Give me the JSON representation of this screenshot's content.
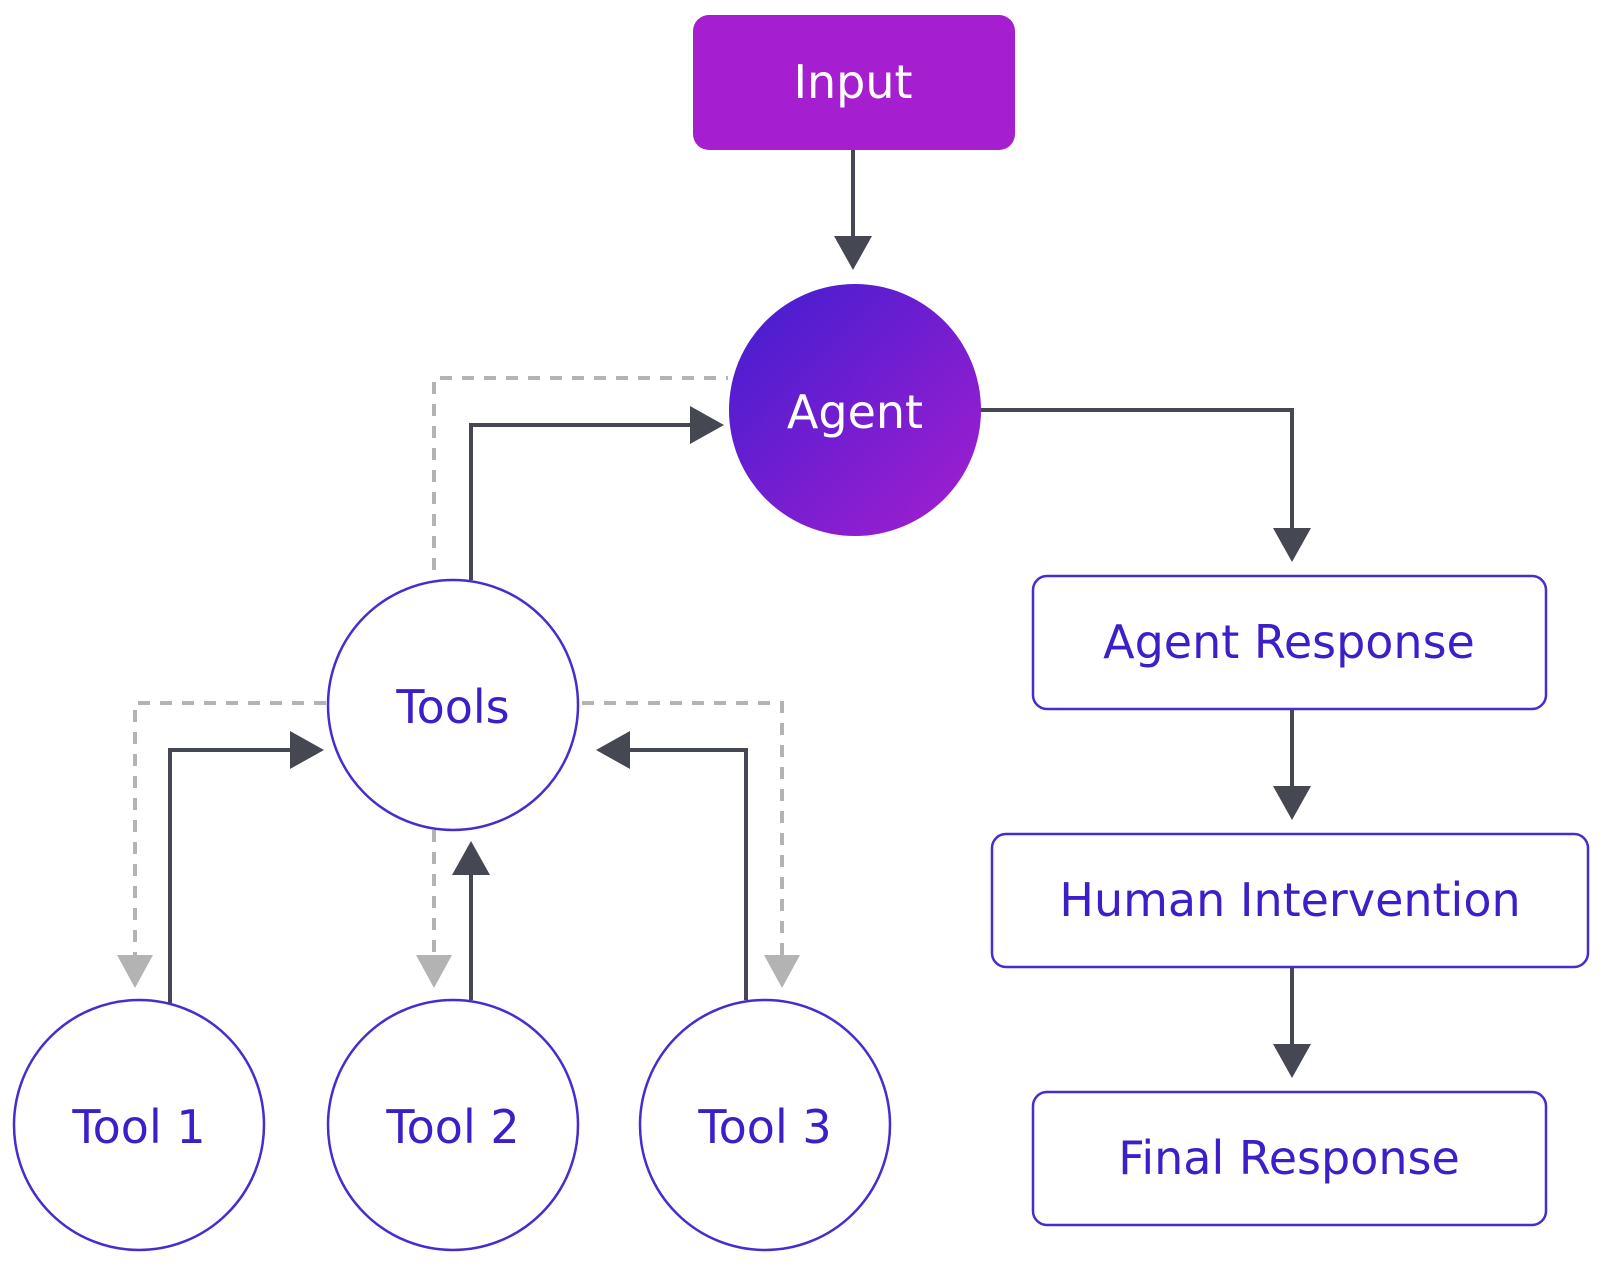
{
  "nodes": {
    "input": "Input",
    "agent": "Agent",
    "tools": "Tools",
    "tool_1": "Tool 1",
    "tool_2": "Tool 2",
    "tool_3": "Tool 3",
    "agent_response": "Agent Response",
    "human_intervention": "Human Intervention",
    "final_response": "Final Response"
  },
  "colors": {
    "input_fill": "#a51ed0",
    "agent_gradient_start": "#3f1ed0",
    "agent_gradient_end": "#a51ed0",
    "node_text": "#3d1ec9",
    "node_border": "#4a2bd0",
    "arrow_solid": "#454753",
    "arrow_dashed": "#b3b3b3"
  }
}
